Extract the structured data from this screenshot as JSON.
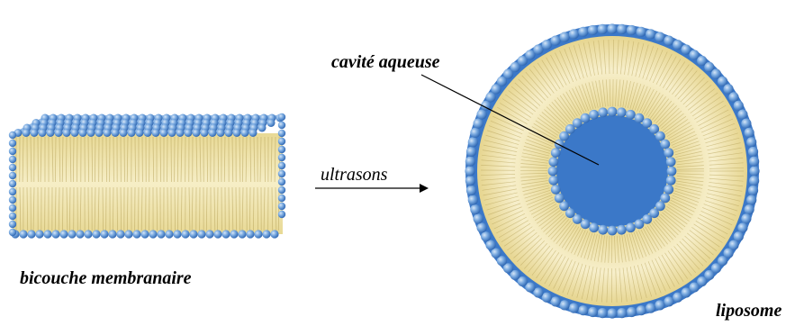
{
  "labels": {
    "bilayer": "bicouche membranaire",
    "process": "ultrasons",
    "aqueous_cavity": "cavité aqueuse",
    "liposome": "liposome"
  },
  "colors": {
    "head_light": "#bcd6f0",
    "head_mid": "#6fa3dc",
    "head_dark": "#2c64b0",
    "cavity": "#3b78c8",
    "tail_light": "#f4eabb",
    "tail_mid": "#e2cf82",
    "tail_dark": "#b8a45c",
    "line": "#000000"
  }
}
